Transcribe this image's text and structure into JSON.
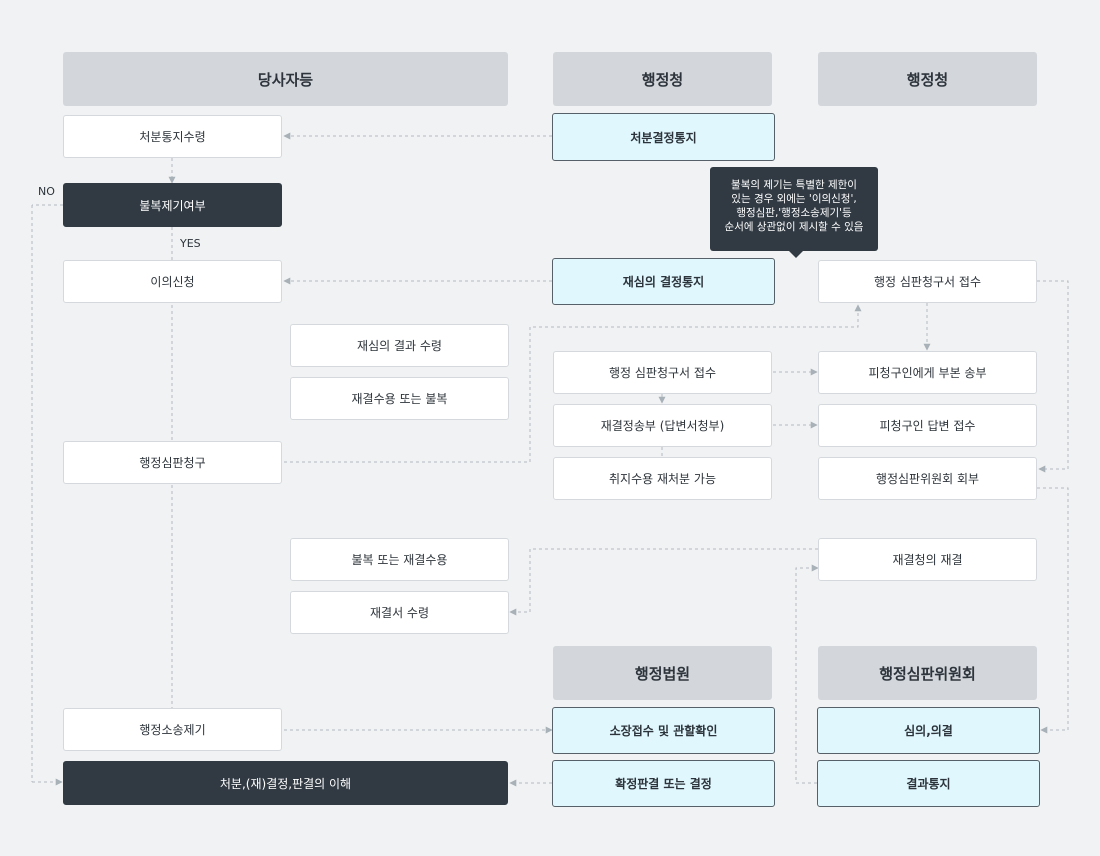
{
  "headers": {
    "parties": "당사자등",
    "admin_agency_1": "행정청",
    "admin_agency_2": "행정청",
    "admin_court": "행정법원",
    "admin_appeals_committee": "행정심판위원회"
  },
  "parties": {
    "receive_notice": "처분통지수령",
    "appeal_decision": "불복제기여부",
    "objection": "이의신청",
    "receive_review_result": "재심의 결과 수령",
    "accept_or_appeal": "재결수용 또는 불복",
    "file_admin_appeal": "행정심판청구",
    "appeal_or_accept": "불복 또는 재결수용",
    "receive_ruling": "재결서 수령",
    "file_lawsuit": "행정소송제기",
    "understand_result": "처분,(재)결정,판결의 이해"
  },
  "agency": {
    "notice_of_decision": "처분결정통지",
    "review_decision_notice": "재심의 결정통지",
    "receive_appeal_petition": "행정 심판청구서 접수",
    "send_ruling": "재결정송부 (답변서청부)",
    "cancel_or_redo": "취지수용 재처분 가능"
  },
  "agency2": {
    "receive_appeal_petition": "행정 심판청구서 접수",
    "send_to_respondent": "피청구인에게 부본 송부",
    "receive_answer": "피청구인 답변 접수",
    "refer_to_committee": "행정심판위원회 회부",
    "ruling_by_agency": "재결청의 재결"
  },
  "court": {
    "accept_complaint": "소장접수 및 관할확인",
    "final_judgment": "확정판결 또는 결정"
  },
  "committee": {
    "deliberation": "심의,의결",
    "notify_result": "결과통지"
  },
  "labels": {
    "no": "NO",
    "yes": "YES"
  },
  "tooltip": {
    "lines": [
      "불복의 제기는 특별한 제한이",
      "있는 경우 외에는 '이의신청',",
      "행정심판,'행정소송제기'등",
      "순서에 상관없이 제시할 수 있음"
    ]
  },
  "colors": {
    "background": "#f1f2f3",
    "header": "#d3d7dc",
    "dark_box": "#313a43",
    "cyan_box": "#dff7fd",
    "connector": "#a9b1b8"
  }
}
